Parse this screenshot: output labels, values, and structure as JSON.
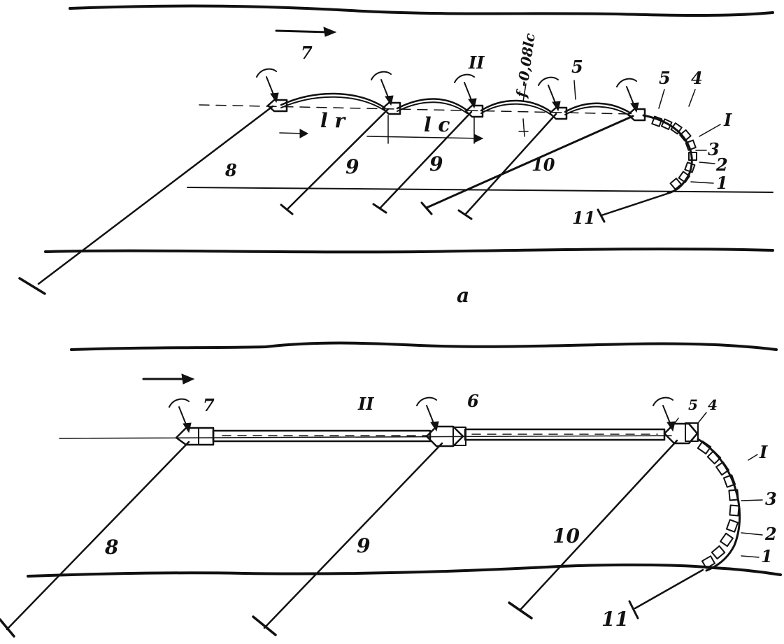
{
  "colors": {
    "ink": "#111111",
    "paper": "#ffffff"
  },
  "part_a": {
    "caption": "a",
    "labels": {
      "l1": "1",
      "l2": "2",
      "l3": "3",
      "l4": "4",
      "l5_curve": "5",
      "l5_top": "5",
      "l7": "7",
      "l8": "8",
      "l9a": "9",
      "l9b": "9",
      "l10": "10",
      "l11": "11",
      "roman_I": "I",
      "roman_II": "II",
      "dim_lr": "l r",
      "dim_lc": "l c",
      "sag": "f -0,08lc"
    }
  },
  "part_b": {
    "labels": {
      "l1": "1",
      "l2": "2",
      "l3": "3",
      "l4": "4",
      "l5": "5",
      "l6": "6",
      "l7": "7",
      "l8": "8",
      "l9": "9",
      "l10": "10",
      "l11": "11",
      "roman_I": "I",
      "roman_II": "II"
    }
  }
}
